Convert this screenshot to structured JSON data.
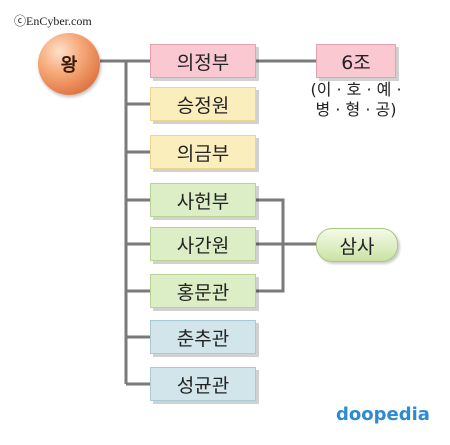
{
  "copyright": "ⓒEnCyber.com",
  "root": {
    "label": "왕"
  },
  "offices": [
    {
      "label": "의정부",
      "color": "#f9c8d0",
      "group": "pink"
    },
    {
      "label": "승정원",
      "color": "#fbeebd",
      "group": "yellow"
    },
    {
      "label": "의금부",
      "color": "#fbeebd",
      "group": "yellow"
    },
    {
      "label": "사헌부",
      "color": "#dceec6",
      "group": "green"
    },
    {
      "label": "사간원",
      "color": "#dceec6",
      "group": "green"
    },
    {
      "label": "홍문관",
      "color": "#dceec6",
      "group": "green"
    },
    {
      "label": "춘추관",
      "color": "#d2e5ea",
      "group": "blue"
    },
    {
      "label": "성균관",
      "color": "#d2e5ea",
      "group": "blue"
    }
  ],
  "ministries": {
    "label": "6조",
    "note_line1": "(이 · 호 · 예 ·",
    "note_line2": "병 · 형 · 공)"
  },
  "samsa": {
    "label": "삼사"
  },
  "logo": {
    "text": "doopedia",
    "color": "#2c8ccf"
  }
}
